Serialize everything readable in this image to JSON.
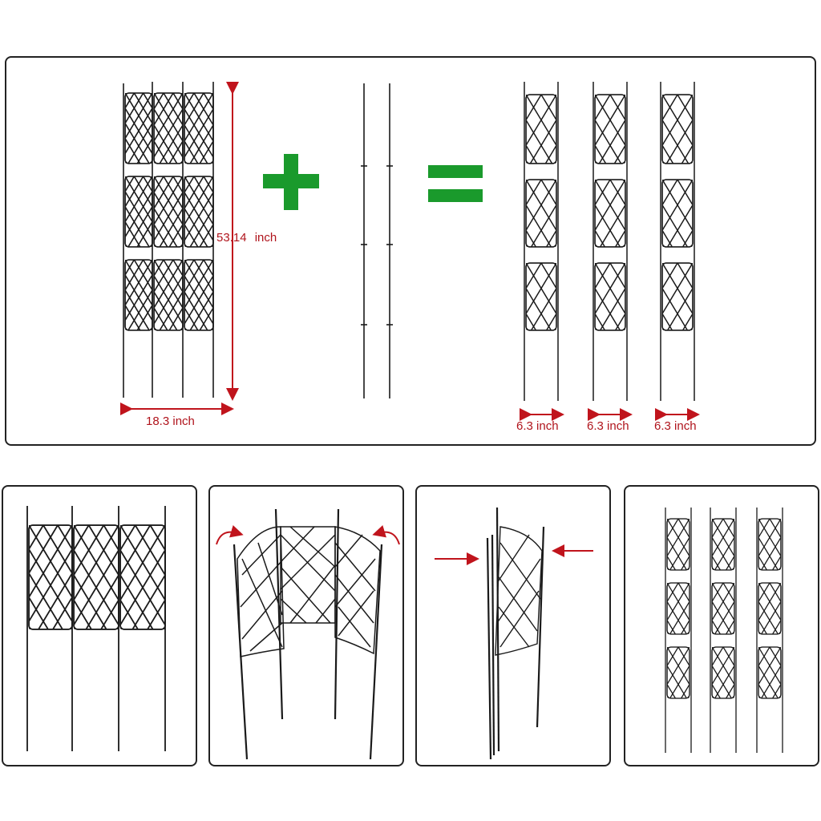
{
  "dimensions": {
    "height_value": "53.14",
    "height_unit": "inch",
    "width_label": "18.3 inch",
    "section_width_labels": [
      "6.3 inch",
      "6.3 inch",
      "6.3 inch"
    ]
  },
  "symbols": {
    "plus": "plus-icon",
    "equals": "equals-icon"
  },
  "colors": {
    "dimension_red": "#b0141c",
    "symbol_green": "#1a9a2c",
    "frame": "#1a1a1a"
  },
  "steps": [
    {
      "name": "flat-trellis",
      "icon": "trellis-flat"
    },
    {
      "name": "fold-sides",
      "icon": "rotate-arrows"
    },
    {
      "name": "press-together",
      "icon": "inward-arrows"
    },
    {
      "name": "three-columns",
      "icon": "trellis-columns"
    }
  ]
}
